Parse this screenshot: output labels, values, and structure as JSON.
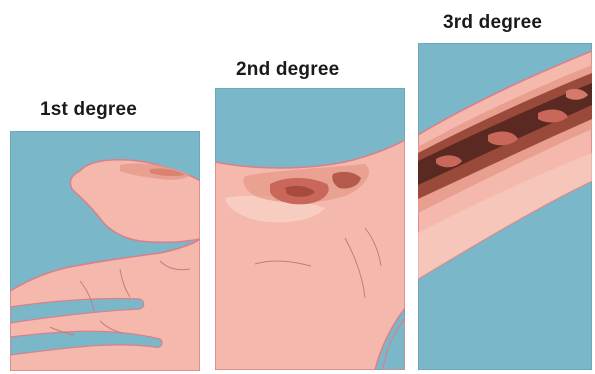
{
  "title": "",
  "panels": [
    {
      "label": "1st degree"
    },
    {
      "label": "2nd degree"
    },
    {
      "label": "3rd degree"
    }
  ],
  "colors": {
    "background": "#7ab7c8",
    "panel_border": "#5b9cb0",
    "skin": "#f4b9ac",
    "skin_light": "#f8cfc3",
    "skin_outline": "#d9808a",
    "redness": "#e59a8a",
    "blister": "#c9685a",
    "burn_dark": "#5a2a22",
    "burn_mid": "#9a4a3a"
  }
}
